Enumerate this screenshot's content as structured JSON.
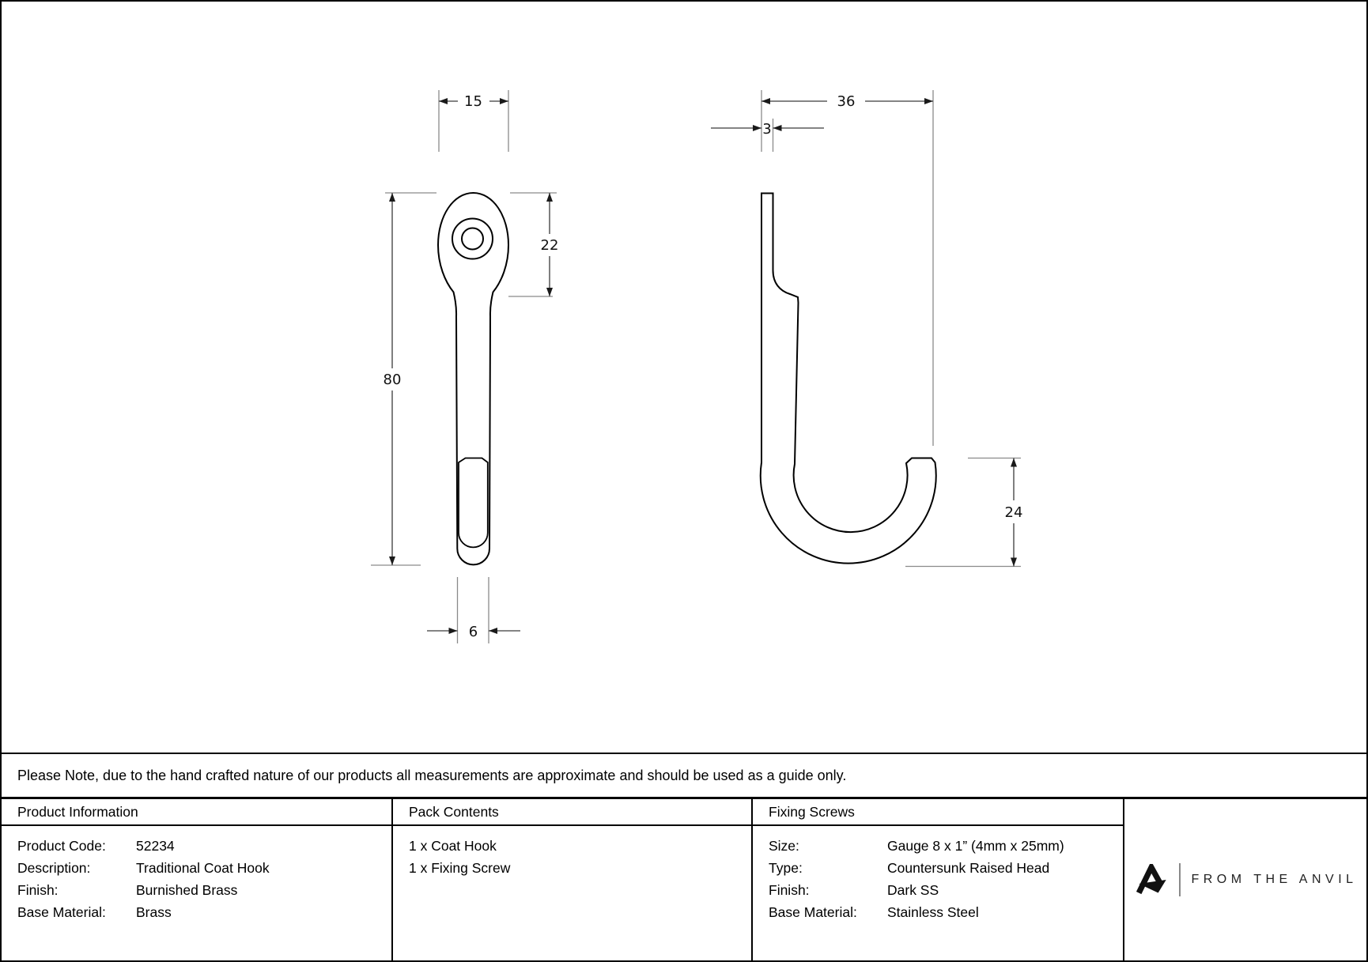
{
  "drawing": {
    "front_view": {
      "dim_width": "15",
      "dim_plate_height": "22",
      "dim_total_height": "80",
      "dim_hook_width": "6"
    },
    "side_view": {
      "dim_depth": "36",
      "dim_plate_thickness": "3",
      "dim_tip_rise": "24"
    }
  },
  "note": "Please Note, due to the hand crafted nature of our products all measurements are approximate and should be used as a guide only.",
  "table": {
    "product_information": {
      "header": "Product Information",
      "rows": [
        {
          "label": "Product Code:",
          "value": "52234"
        },
        {
          "label": "Description:",
          "value": "Traditional Coat Hook"
        },
        {
          "label": "Finish:",
          "value": "Burnished Brass"
        },
        {
          "label": "Base Material:",
          "value": "Brass"
        }
      ]
    },
    "pack_contents": {
      "header": "Pack Contents",
      "items": [
        "1 x Coat Hook",
        "1 x Fixing Screw"
      ]
    },
    "fixing_screws": {
      "header": "Fixing Screws",
      "rows": [
        {
          "label": "Size:",
          "value": "Gauge 8 x 1” (4mm x 25mm)"
        },
        {
          "label": "Type:",
          "value": "Countersunk Raised Head"
        },
        {
          "label": "Finish:",
          "value": "Dark SS"
        },
        {
          "label": "Base Material:",
          "value": "Stainless Steel"
        }
      ]
    }
  },
  "logo": {
    "brand": "FROM THE ANVIL"
  }
}
